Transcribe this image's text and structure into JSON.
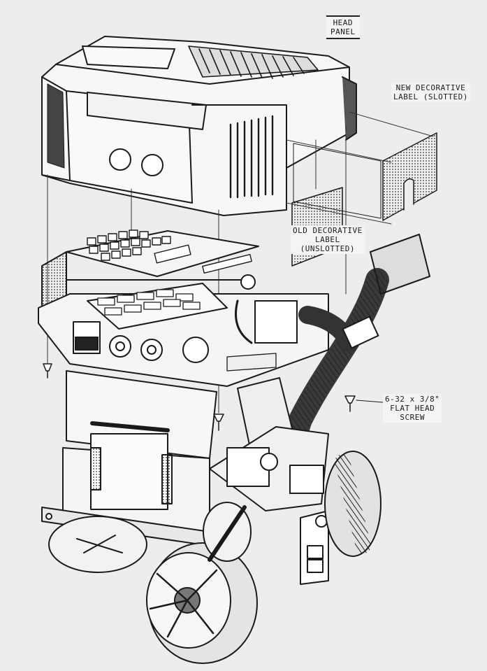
{
  "labels": {
    "head_panel": [
      "HEAD",
      "PANEL"
    ],
    "new_label": [
      "NEW DECORATIVE",
      "LABEL (SLOTTED)"
    ],
    "old_label": [
      "OLD DECORATIVE",
      "LABEL",
      "(UNSLOTTED)"
    ],
    "screw": [
      "6-32 x 3/8\"",
      "FLAT HEAD",
      "SCREW"
    ]
  },
  "colors": {
    "paper": "#ededeb",
    "ink": "#1a1a1a",
    "shade": "#555555"
  }
}
